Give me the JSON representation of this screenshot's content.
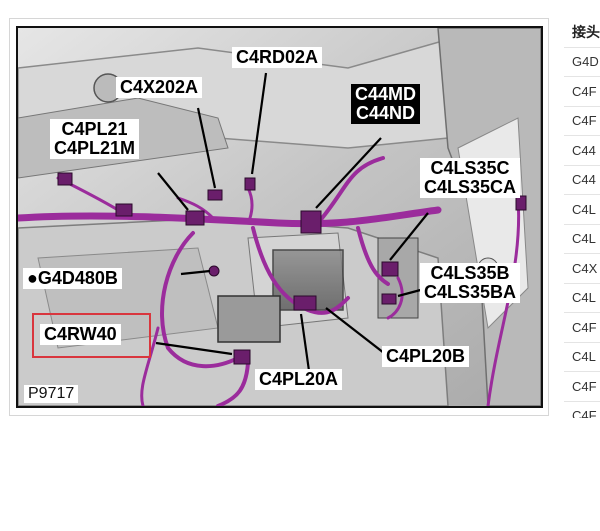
{
  "figure": {
    "id_label": "P9717",
    "callouts": {
      "c4rd02a": "C4RD02A",
      "c4x202a": "C4X202A",
      "c4pl21": "C4PL21",
      "c4pl21m": "C4PL21M",
      "c44md": "C44MD",
      "c44nd": "C44ND",
      "c4ls35c": "C4LS35C",
      "c4ls35ca": "C4LS35CA",
      "g4d480b": "●G4D480B",
      "c4ls35b": "C4LS35B",
      "c4ls35ba": "C4LS35BA",
      "c4rw40": "C4RW40",
      "c4pl20b": "C4PL20B",
      "c4pl20a": "C4PL20A"
    },
    "colors": {
      "harness": "#9b2c9c",
      "highlight": "#d9363e"
    }
  },
  "table": {
    "header": "接头",
    "rows": [
      "G4D",
      "C4F",
      "C4F",
      "C44",
      "C44",
      "C4L",
      "C4L",
      "C4X",
      "C4L",
      "C4F",
      "C4L",
      "C4F",
      "C4F"
    ]
  }
}
